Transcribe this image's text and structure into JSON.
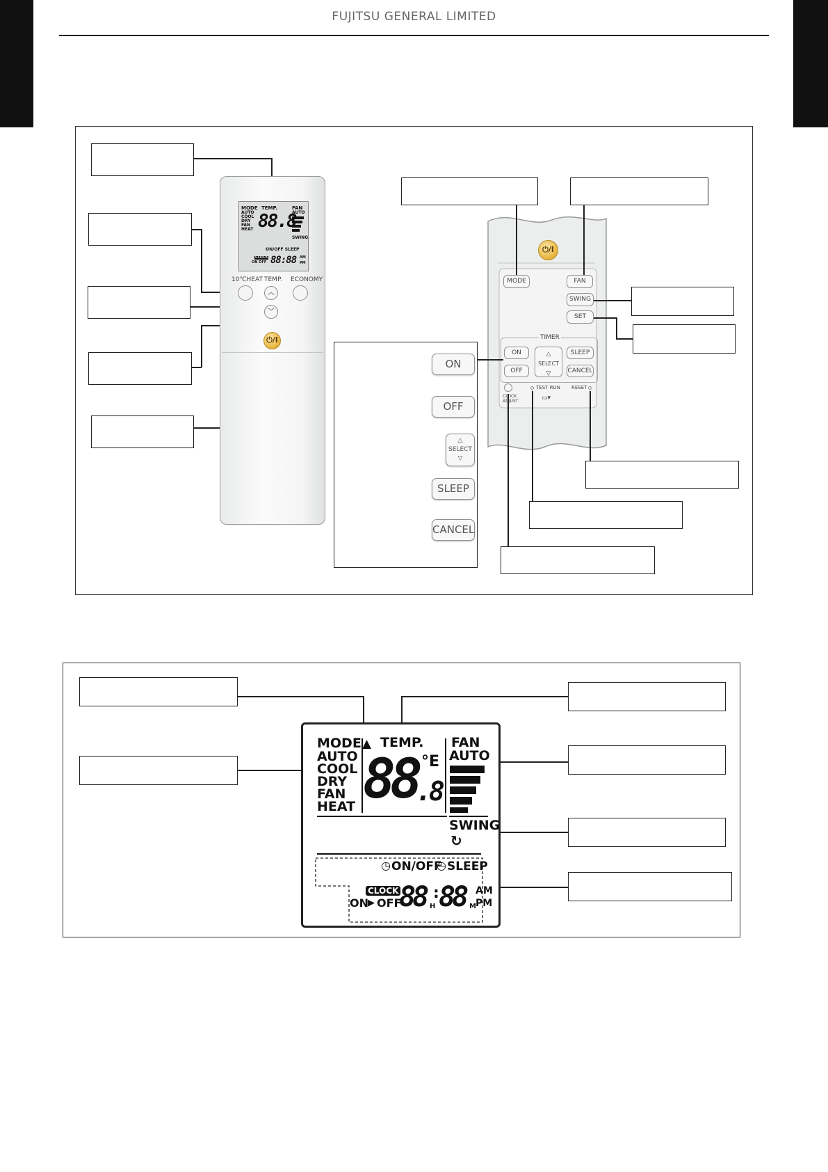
{
  "header": {
    "title": "FUJITSU GENERAL LIMITED"
  },
  "remote_full": {
    "lcd": {
      "mode_header": "MODE",
      "modes": [
        "AUTO",
        "COOL",
        "DRY",
        "FAN",
        "HEAT"
      ],
      "temp_label": "TEMP.",
      "temp_digits": "88.8",
      "fan_label": "FAN",
      "fan_auto": "AUTO",
      "swing": "SWING",
      "timer_line": "ON/OFF SLEEP",
      "clock_badge": "CLOCK",
      "on_off": "ON OFF",
      "time_digits": "88:88",
      "am": "AM",
      "pm": "PM"
    },
    "buttons": {
      "ten_heat": "10℃HEAT",
      "temp": "TEMP.",
      "economy": "ECONOMY",
      "power": "⏻/I"
    }
  },
  "remote_detail": {
    "power": "⏻/I",
    "mode": "MODE",
    "fan": "FAN",
    "swing": "SWING",
    "set": "SET",
    "timer_header": "TIMER",
    "timer_on": "ON",
    "timer_off": "OFF",
    "select": "SELECT",
    "sleep": "SLEEP",
    "cancel": "CANCEL",
    "clock_adjust": "CLOCK ADJUST",
    "test_run": "TEST RUN",
    "reset": "RESET"
  },
  "timer_panel": {
    "on": "ON",
    "off": "OFF",
    "select": "SELECT",
    "sleep": "SLEEP",
    "cancel": "CANCEL"
  },
  "big_lcd": {
    "mode_header": "MODE",
    "modes": [
      "AUTO",
      "COOL",
      "DRY",
      "FAN",
      "HEAT"
    ],
    "temp_label": "TEMP.",
    "temp_digits": "88",
    "temp_decimal": ".8",
    "degree": "°E",
    "fan_label": "FAN",
    "fan_auto": "AUTO",
    "swing": "SWING",
    "timer_line": "ON/OFF",
    "sleep": "SLEEP",
    "clock_badge": "CLOCK",
    "on": "ON",
    "off": "OFF",
    "time_hours": "88",
    "h": "H",
    "time_minutes": "88",
    "m": "M",
    "am": "AM",
    "pm": "PM"
  },
  "colors": {
    "power_button": "#e8b33c",
    "edge_tab": "#111111"
  }
}
